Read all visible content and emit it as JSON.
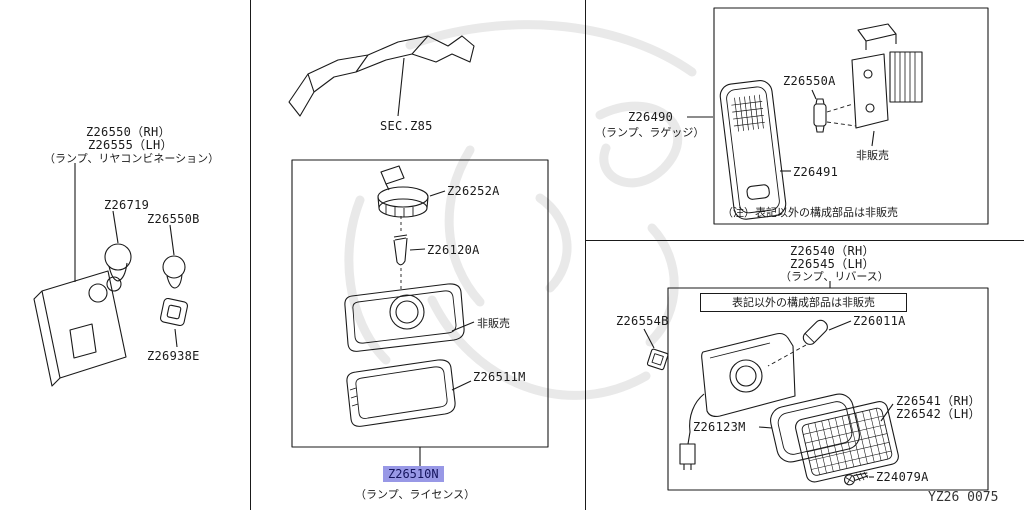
{
  "rear": {
    "part_rh": "Z26550（RH）",
    "part_lh": "Z26555（LH）",
    "name": "（ランプ、リヤコンビネーション）",
    "bulb_a": "Z26719",
    "bulb_b": "Z26550B",
    "socket": "Z26938E"
  },
  "license": {
    "sec": "SEC.Z85",
    "socket": "Z26252A",
    "bulb": "Z26120A",
    "not_sold": "非販売",
    "lens": "Z26511M",
    "assembly": "Z26510N",
    "name": "（ランプ、ライセンス）"
  },
  "luggage": {
    "part": "Z26490",
    "name": "（ランプ、ラゲッジ）",
    "bulb": "Z26550A",
    "not_sold": "非販売",
    "lens": "Z26491",
    "note": "（注）表記以外の構成部品は非販売"
  },
  "reverse": {
    "part_rh": "Z26540（RH）",
    "part_lh": "Z26545（LH）",
    "name": "（ランプ、リバース）",
    "note": "表記以外の構成部品は非販売",
    "clip": "Z26554B",
    "bulb": "Z26011A",
    "gasket": "Z26123M",
    "lens_rh": "Z26541（RH）",
    "lens_lh": "Z26542（LH）",
    "screw": "Z24079A"
  },
  "footer": {
    "code": "YZ26 0075"
  },
  "colors": {
    "highlight": "#9898e6",
    "line": "#1a1a1a"
  }
}
